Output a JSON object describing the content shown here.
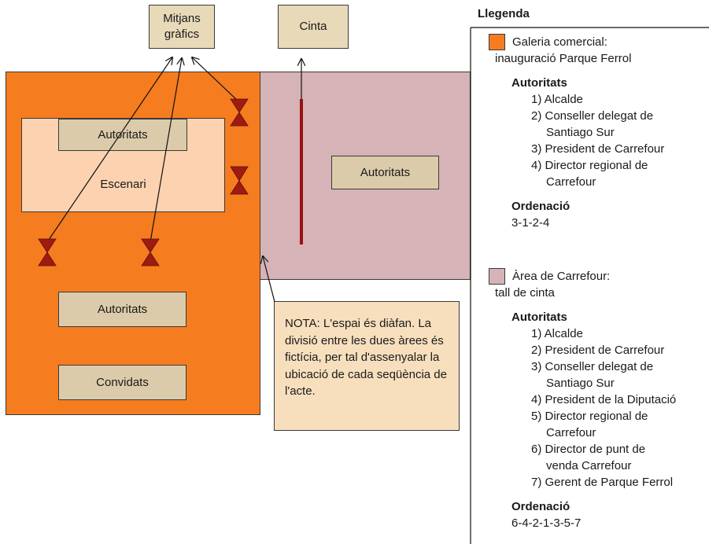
{
  "top_boxes": {
    "media": "Mitjans gràfics",
    "ribbon": "Cinta"
  },
  "orange_area": {
    "stage": "Escenari",
    "stage_authorities": "Autoritats",
    "lower_authorities": "Autoritats",
    "guests": "Convidats"
  },
  "pink_area": {
    "authorities": "Autoritats"
  },
  "note": "NOTA: L'espai és diàfan. La divisió entre les dues àrees és fictícia, per tal d'assenyalar la ubicació de cada seqüència de l'acte.",
  "legend": {
    "title": "Llegenda",
    "sections": [
      {
        "swatch": "#f57c1f",
        "caption_line1": "Galeria comercial:",
        "caption_line2": "inauguració Parque Ferrol",
        "authorities_heading": "Autoritats",
        "authorities": [
          [
            "1) Alcalde"
          ],
          [
            "2) Conseller delegat de",
            "Santiago Sur"
          ],
          [
            "3) President de Carrefour"
          ],
          [
            "4) Director regional de",
            "Carrefour"
          ]
        ],
        "order_heading": "Ordenació",
        "order": "3-1-2-4"
      },
      {
        "swatch": "#d6b3b6",
        "caption_line1": "Àrea de Carrefour:",
        "caption_line2": "tall de cinta",
        "authorities_heading": "Autoritats",
        "authorities": [
          [
            "1) Alcalde"
          ],
          [
            "2) President de Carrefour"
          ],
          [
            "3) Conseller delegat de",
            "Santiago Sur"
          ],
          [
            "4) President de la Diputació"
          ],
          [
            "5) Director regional de",
            "Carrefour"
          ],
          [
            "6) Director de punt de",
            "venda Carrefour"
          ],
          [
            "7) Gerent de Parque Ferrol"
          ]
        ],
        "order_heading": "Ordenació",
        "order": "6-4-2-1-3-5-7"
      }
    ]
  },
  "colors": {
    "orange": "#f57c1f",
    "pink": "#d6b3b6",
    "stage": "#fcd2b0",
    "beige": "#e8d9b8",
    "tan": "#dccbaa",
    "note_bg": "#f7dfbd",
    "camera_red": "#9e1b12",
    "ribbon_red": "#9b0f12"
  }
}
